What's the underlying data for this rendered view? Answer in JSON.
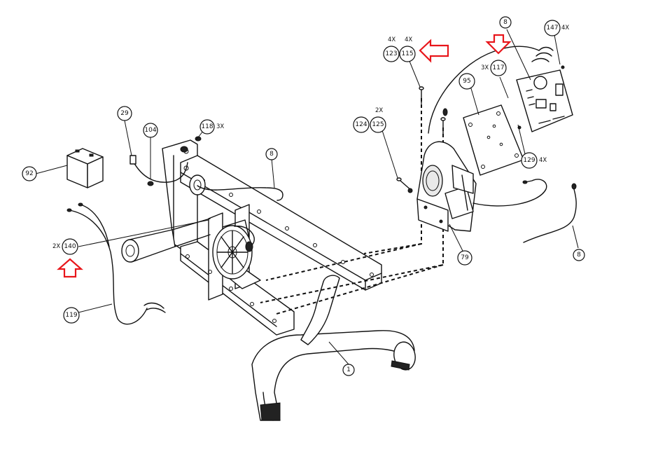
{
  "callouts": {
    "c92": {
      "label": "92",
      "qty": ""
    },
    "c29": {
      "label": "29",
      "qty": ""
    },
    "c104": {
      "label": "104",
      "qty": ""
    },
    "c118": {
      "label": "118",
      "qty": "3X"
    },
    "c8a": {
      "label": "8",
      "qty": ""
    },
    "c140": {
      "label": "140",
      "qty": "2X"
    },
    "c119": {
      "label": "119",
      "qty": ""
    },
    "c1": {
      "label": "1",
      "qty": ""
    },
    "c123": {
      "label": "123",
      "qty": "4X"
    },
    "c115": {
      "label": "115",
      "qty": "4X"
    },
    "c124": {
      "label": "124",
      "qty": ""
    },
    "c125": {
      "label": "125",
      "qty": "2X"
    },
    "c95": {
      "label": "95",
      "qty": ""
    },
    "c117": {
      "label": "117",
      "qty": "3X"
    },
    "c8b": {
      "label": "8",
      "qty": ""
    },
    "c147": {
      "label": "147",
      "qty": "4X"
    },
    "c129": {
      "label": "129",
      "qty": "4X"
    },
    "c79": {
      "label": "79",
      "qty": ""
    },
    "c8c": {
      "label": "8",
      "qty": ""
    }
  },
  "highlight_color": "#e8161b"
}
